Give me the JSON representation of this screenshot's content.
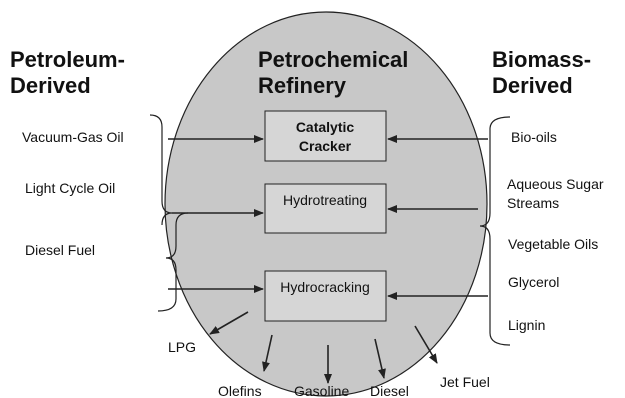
{
  "headings": {
    "left": [
      "Petroleum-",
      "Derived"
    ],
    "center": [
      "Petrochemical",
      "Refinery"
    ],
    "right": [
      "Biomass-",
      "Derived"
    ]
  },
  "petroleum_inputs": [
    "Vacuum-Gas Oil",
    "Light Cycle Oil",
    "Diesel Fuel"
  ],
  "biomass_inputs": {
    "bio_oils": "Bio-oils",
    "aqueous_sugar": [
      "Aqueous Sugar",
      "Streams"
    ],
    "vegetable_oils": "Vegetable Oils",
    "glycerol": "Glycerol",
    "lignin": "Lignin"
  },
  "units": {
    "catalytic_cracker": [
      "Catalytic",
      "Cracker"
    ],
    "hydrotreating": "Hydrotreating",
    "hydrocracking": "Hydrocracking"
  },
  "products": [
    "LPG",
    "Olefins",
    "Gasoline",
    "Diesel",
    "Jet Fuel"
  ],
  "colors": {
    "ellipse_fill": "#c8c8c8",
    "box_fill": "#d6d6d6",
    "stroke": "#222222"
  }
}
